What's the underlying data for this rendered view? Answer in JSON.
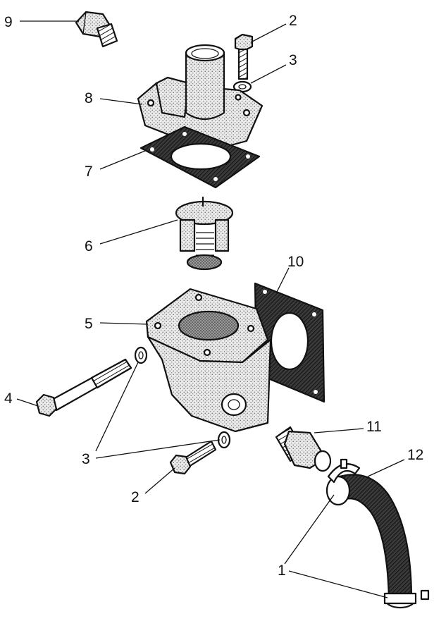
{
  "callouts": {
    "c9": "9",
    "c2a": "2",
    "c3a": "3",
    "c8": "8",
    "c7": "7",
    "c6": "6",
    "c10": "10",
    "c5": "5",
    "c4": "4",
    "c3b": "3",
    "c11": "11",
    "c12": "12",
    "c2b": "2",
    "c1": "1"
  },
  "colors": {
    "ink": "#111111",
    "stipple": "#555555",
    "paper": "#ffffff"
  }
}
